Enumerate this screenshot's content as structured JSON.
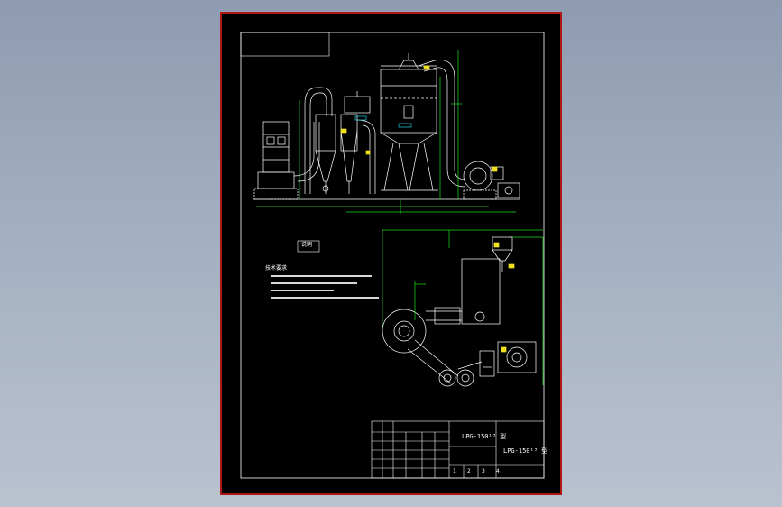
{
  "colors": {
    "background_top": "#8e9bb0",
    "background_bottom": "#b9c2cf",
    "sheet": "#000000",
    "sheet_border": "#b01818",
    "line_white": "#ffffff",
    "line_green": "#22dd22",
    "line_yellow": "#f0e020",
    "line_cyan": "#22d0e0"
  },
  "drawing": {
    "tag_label": "说明",
    "notes_heading": "技术要求",
    "title_block": {
      "model_upper": "LPG-150¹³ 型",
      "model_lower": "LPG-150¹³ 型",
      "scale_marks": [
        "1",
        "2",
        "3",
        "4"
      ]
    }
  }
}
